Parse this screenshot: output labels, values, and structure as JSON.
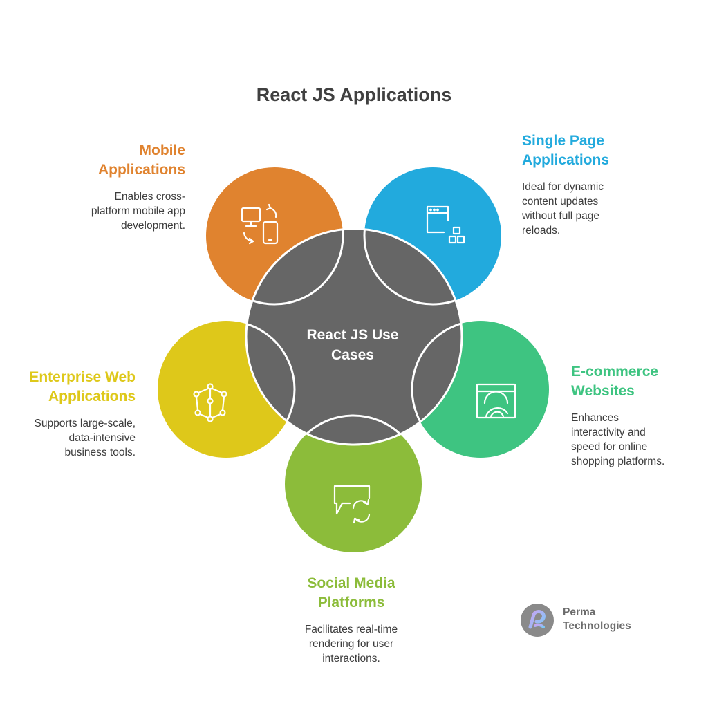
{
  "title": "React JS Applications",
  "center": {
    "label_line1": "React JS Use",
    "label_line2": "Cases"
  },
  "colors": {
    "center": "#666666",
    "mobile": "#E0832F",
    "spa": "#22AADD",
    "ecommerce": "#3EC481",
    "social": "#8CBC3A",
    "enterprise": "#DEC81A"
  },
  "segments": {
    "mobile": {
      "title_line1": "Mobile",
      "title_line2": "Applications",
      "desc_lines": [
        "Enables cross-",
        "platform mobile app",
        "development."
      ],
      "icon": "device-sync-icon"
    },
    "spa": {
      "title_line1": "Single Page",
      "title_line2": "Applications",
      "desc_lines": [
        "Ideal for dynamic",
        "content updates",
        "without full page",
        "reloads."
      ],
      "icon": "browser-window-icon"
    },
    "ecommerce": {
      "title_line1": "E-commerce",
      "title_line2": "Websites",
      "desc_lines": [
        "Enhances",
        "interactivity and",
        "speed for online",
        "shopping platforms."
      ],
      "icon": "shopping-bag-icon"
    },
    "social": {
      "title_line1": "Social Media",
      "title_line2": "Platforms",
      "desc_lines": [
        "Facilitates real-time",
        "rendering for user",
        "interactions."
      ],
      "icon": "chat-refresh-icon"
    },
    "enterprise": {
      "title_line1": "Enterprise Web",
      "title_line2": "Applications",
      "desc_lines": [
        "Supports large-scale,",
        "data-intensive",
        "business tools."
      ],
      "icon": "network-nodes-icon"
    }
  },
  "logo": {
    "line1": "Perma",
    "line2": "Technologies",
    "icon": "perma-logo-icon"
  }
}
